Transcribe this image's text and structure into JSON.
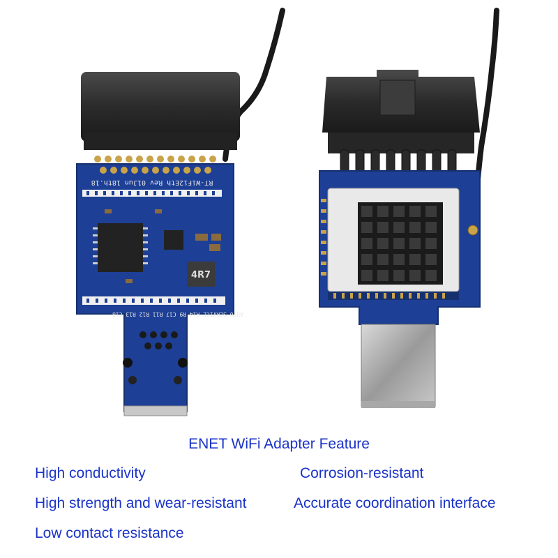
{
  "caption": {
    "title": "ENET WiFi Adapter Feature",
    "features": [
      "High conductivity",
      "Corrosion-resistant",
      "High strength and wear-resistant",
      "Accurate coordination interface",
      "Low contact resistance"
    ]
  },
  "photo": {
    "left_board_silkscreen": "RT-WiFi2Eth Rev 01Jun 18th.18",
    "left_board_bottom_labels": "AUTO SERVICE R14 R9 C17 R11 R12 R13 C18",
    "inductor_marking": "4R7",
    "colors": {
      "pcb_blue": "#1d3f95",
      "connector_black": "#2a2a2a",
      "heatsink_black": "#1b1b1b",
      "module_silver": "#e9e9ea",
      "caption_blue": "#1a33c7"
    }
  }
}
